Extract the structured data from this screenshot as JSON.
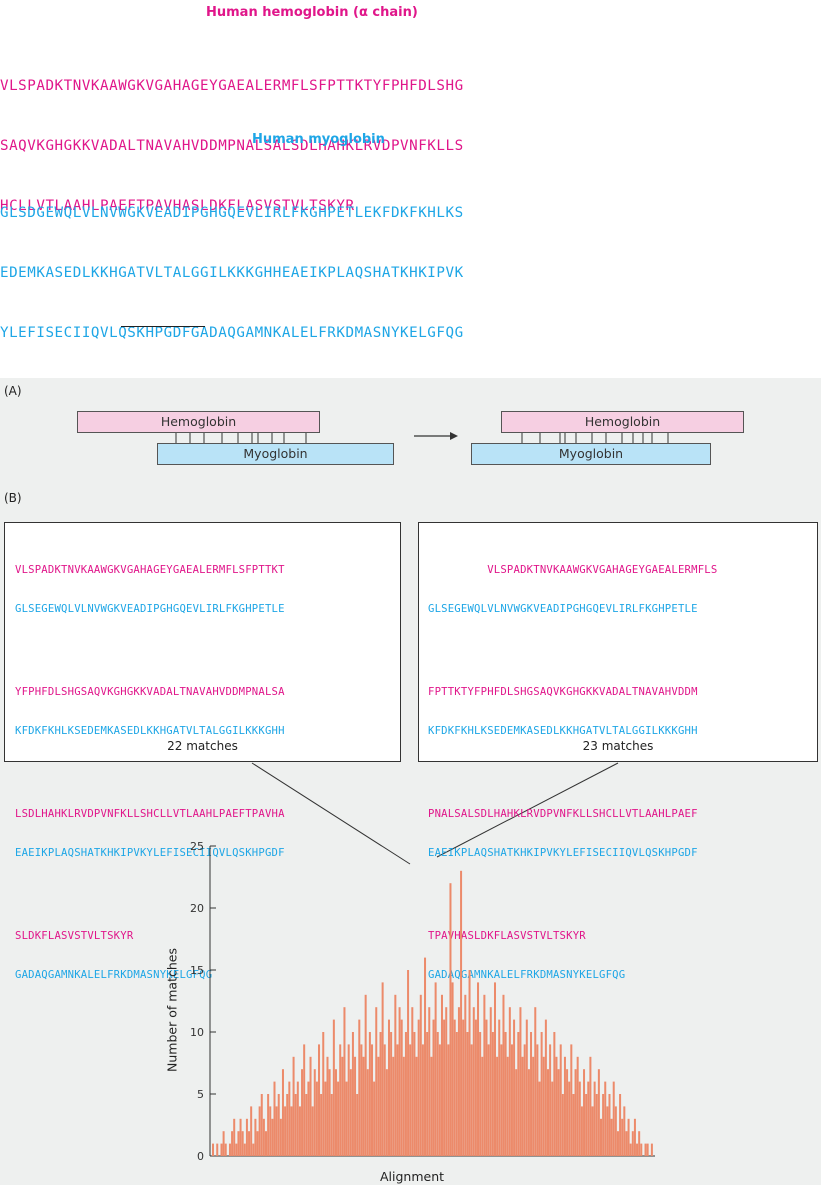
{
  "sequences": {
    "hemoglobin_title": "Human hemoglobin (α chain)",
    "hemoglobin_lines": [
      "VLSPADKTNVKAAWGKVGAHAGEYGAEALERMFLSFPTTKTYFPHFDLSHG",
      "SAQVKGHGKKVADALTNAVAHVDDMPNALSALSDLHAHKLRVDPVNFKLLS",
      "HCLLVTLAAHLPAEFTPAVHASLDKFLASVSTVLTSKYR"
    ],
    "myoglobin_title": "Human myoglobin",
    "myoglobin_lines": [
      "GLSDGEWQLVLNVWGKVEADIPGHGQEVLIRLFKGHPETLEKFDKFKHLKS",
      "EDEMKASEDLKKHGATVLTALGGILKKKGHHEAEIKPLAQSHATKHKIPVK",
      "YLEFISECIIQVLQSKHPGDFGADAQGAMNKALELFRKDMASNYKELGFQG"
    ]
  },
  "panel_a": {
    "label": "(A)",
    "hemoglobin_bar": "Hemoglobin",
    "myoglobin_bar": "Myoglobin",
    "arrow": "→"
  },
  "panel_b": {
    "label": "(B)",
    "left": {
      "matches": "22 matches",
      "rows": [
        {
          "hb": "VLSPADKTNVKAAWGKVGAHAGEYGAEALERMFLSFPTTKT",
          "mb": "GLSEGEWQLVLNVWGKVEADIPGHGQEVLIRLFKGHPETLE"
        },
        {
          "hb": "YFPHFDLSHGSAQVKGHGKKVADALTNAVAHVDDMPNALSA",
          "mb": "KFDKFKHLKSEDEMKASEDLKKHGATVLTALGGILKKKGHH"
        },
        {
          "hb": "LSDLHAHKLRVDPVNFKLLSHCLLVTLAAHLPAEFTPAVHA",
          "mb": "EAEIKPLAQSHATKHKIPVKYLEFISECIIQVLQSKHPGDF"
        },
        {
          "hb": "SLDKFLASVSTVLTSKYR",
          "mb": "GADAQGAMNKALELFRKDMASNYKELGFQG"
        }
      ]
    },
    "right": {
      "matches": "23 matches",
      "rows": [
        {
          "hb": "         VLSPADKTNVKAAWGKVGAHAGEYGAEALERMFLS",
          "mb": "GLSEGEWQLVLNVWGKVEADIPGHGQEVLIRLFKGHPETLE"
        },
        {
          "hb": "FPTTKTYFPHFDLSHGSAQVKGHGKKVADALTNAVAHVDDM",
          "mb": "KFDKFKHLKSEDEMKASEDLKKHGATVLTALGGILKKKGHH"
        },
        {
          "hb": "PNALSALSDLHAHKLRVDPVNFKLLSHCLLVTLAAHLPAEF",
          "mb": "EAEIKPLAQSHATKHKIPVKYLEFISECIIQVLQSKHPGDF"
        },
        {
          "hb": "TPAVHASLDKFLASVSTVLTSKYR",
          "mb": "GADAQGAMNKALELFRKDMASNYKELGFQG"
        }
      ]
    }
  },
  "chart_data": {
    "type": "bar",
    "xlabel": "Alignment",
    "ylabel": "Number of matches",
    "ylim": [
      0,
      25
    ],
    "yticks": [
      "0",
      "5",
      "10",
      "15",
      "20",
      "25"
    ],
    "color": "#ec8a6a",
    "values": [
      1,
      0,
      1,
      0,
      1,
      2,
      1,
      0,
      1,
      2,
      3,
      1,
      2,
      3,
      2,
      1,
      3,
      2,
      4,
      1,
      3,
      2,
      4,
      5,
      3,
      2,
      5,
      4,
      3,
      6,
      4,
      5,
      3,
      7,
      4,
      5,
      6,
      4,
      8,
      5,
      6,
      4,
      7,
      9,
      5,
      6,
      8,
      4,
      7,
      6,
      9,
      5,
      10,
      6,
      8,
      7,
      5,
      11,
      7,
      6,
      9,
      8,
      12,
      6,
      9,
      7,
      10,
      8,
      5,
      11,
      9,
      8,
      13,
      7,
      10,
      9,
      6,
      12,
      8,
      10,
      14,
      9,
      7,
      11,
      10,
      8,
      13,
      9,
      12,
      11,
      8,
      10,
      15,
      9,
      12,
      10,
      8,
      11,
      13,
      9,
      16,
      10,
      12,
      8,
      11,
      14,
      10,
      9,
      13,
      11,
      12,
      9,
      22,
      14,
      11,
      10,
      12,
      23,
      11,
      13,
      10,
      15,
      9,
      12,
      11,
      14,
      10,
      8,
      13,
      11,
      9,
      12,
      10,
      14,
      8,
      11,
      9,
      13,
      10,
      8,
      12,
      9,
      11,
      7,
      10,
      12,
      8,
      9,
      11,
      7,
      10,
      8,
      12,
      9,
      6,
      10,
      8,
      11,
      7,
      9,
      6,
      10,
      8,
      7,
      9,
      5,
      8,
      7,
      6,
      9,
      5,
      7,
      8,
      6,
      4,
      7,
      5,
      6,
      8,
      4,
      6,
      5,
      7,
      3,
      5,
      6,
      4,
      5,
      3,
      6,
      4,
      2,
      5,
      3,
      4,
      2,
      3,
      1,
      2,
      3,
      1,
      2,
      1,
      0,
      1,
      1,
      0,
      1
    ]
  }
}
